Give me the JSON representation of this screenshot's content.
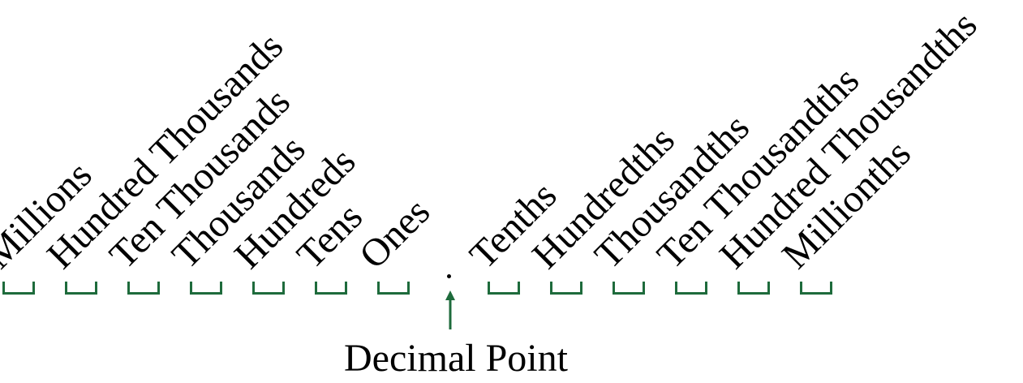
{
  "colors": {
    "slot": "#1e6b3c",
    "arrow": "#1e6b3c",
    "text": "#000000"
  },
  "whole_places": [
    "Millions",
    "Hundred Thousands",
    "Ten Thousands",
    "Thousands",
    "Hundreds",
    "Tens",
    "Ones"
  ],
  "decimal_places": [
    "Tenths",
    "Hundredths",
    "Thousandths",
    "Ten Thousandths",
    "Hundred Thousandths",
    "Millionths"
  ],
  "decimal_point": {
    "symbol": ".",
    "caption": "Decimal Point"
  }
}
